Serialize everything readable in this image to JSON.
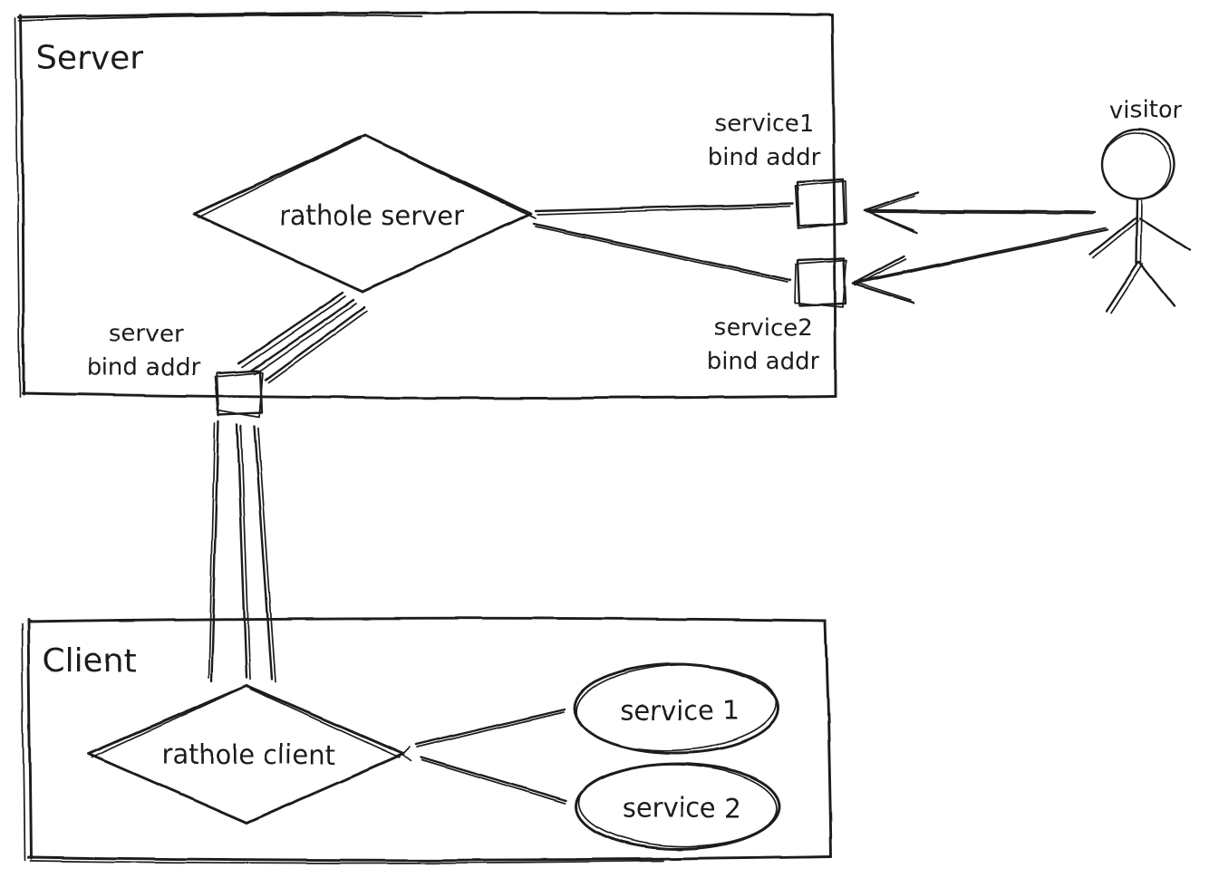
{
  "colors": {
    "ink": "#1b1b1b",
    "background": "#ffffff"
  },
  "containers": {
    "server": {
      "label": "Server"
    },
    "client": {
      "label": "Client"
    }
  },
  "nodes": {
    "rathole_server": {
      "label": "rathole server",
      "shape": "diamond"
    },
    "rathole_client": {
      "label": "rathole client",
      "shape": "diamond"
    },
    "service1": {
      "label": "service 1",
      "shape": "ellipse"
    },
    "service2": {
      "label": "service 2",
      "shape": "ellipse"
    },
    "visitor": {
      "label": "visitor",
      "shape": "stick-figure"
    }
  },
  "ports": {
    "service1_bind": {
      "line1": "service1",
      "line2": "bind addr",
      "shape": "square"
    },
    "service2_bind": {
      "line1": "service2",
      "line2": "bind addr",
      "shape": "square"
    },
    "server_bind": {
      "line1": "server",
      "line2": "bind addr",
      "shape": "square"
    }
  },
  "edges": [
    {
      "from": "rathole_server",
      "to": "service1_bind",
      "style": "line"
    },
    {
      "from": "rathole_server",
      "to": "service2_bind",
      "style": "line"
    },
    {
      "from": "rathole_server",
      "to": "server_bind",
      "style": "triple-line"
    },
    {
      "from": "server_bind",
      "to": "rathole_client",
      "style": "triple-line"
    },
    {
      "from": "rathole_client",
      "to": "service1",
      "style": "line"
    },
    {
      "from": "rathole_client",
      "to": "service2",
      "style": "line"
    },
    {
      "from": "visitor",
      "to": "service1_bind",
      "style": "arrow"
    },
    {
      "from": "visitor",
      "to": "service2_bind",
      "style": "arrow"
    }
  ]
}
